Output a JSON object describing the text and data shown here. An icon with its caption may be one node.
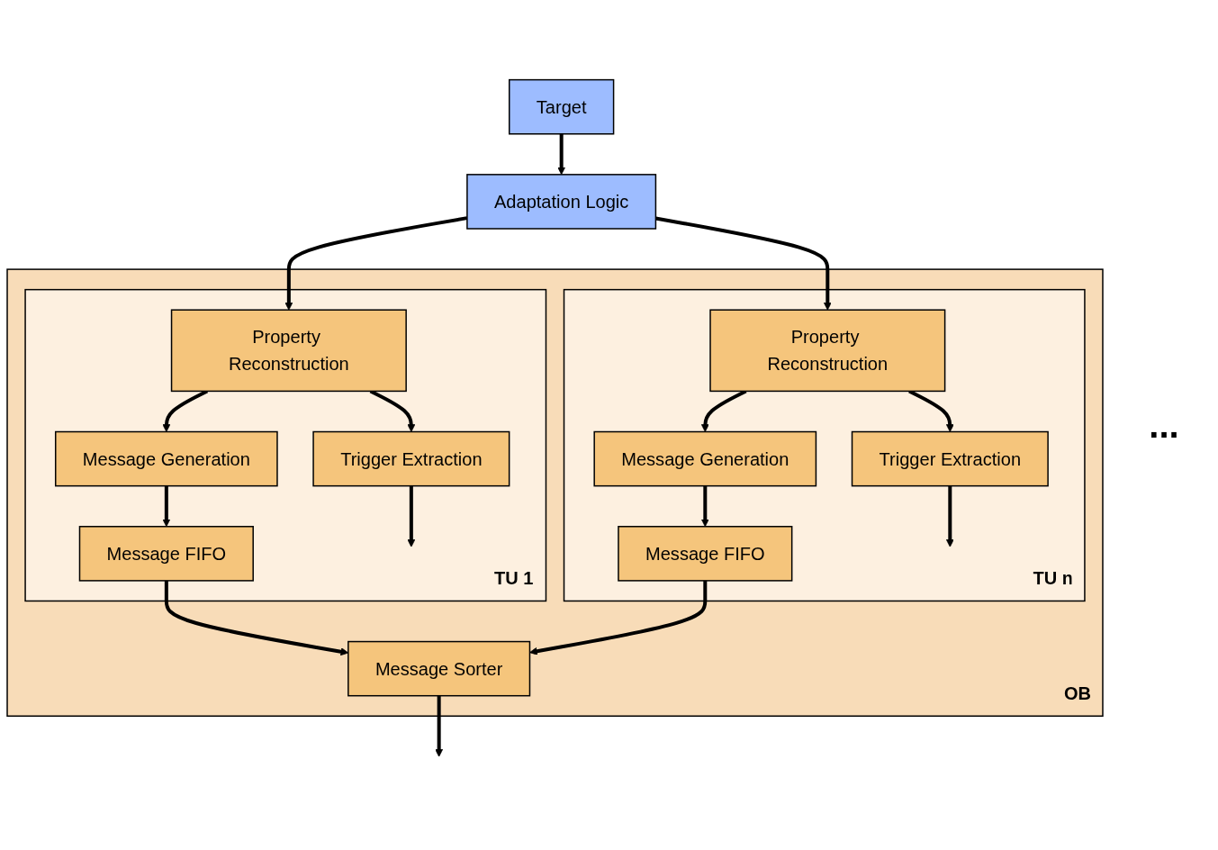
{
  "diagram": {
    "nodes": [
      {
        "text": [
          "Target"
        ]
      },
      {
        "text": [
          "Adaptation Logic"
        ]
      },
      {
        "text": [
          "OB"
        ]
      },
      {
        "text": [
          "TU 1"
        ],
        "in": 2
      },
      {
        "text": [
          "Property Reconstruction"
        ],
        "in": 3
      },
      {
        "text": [
          "Message Generation"
        ],
        "in": 3
      },
      {
        "text": [
          "Trigger Extraction"
        ],
        "in": 3
      },
      {
        "text": [
          "Message FIFO"
        ],
        "in": 3
      },
      {
        "text": [
          "TU n"
        ],
        "in": 2
      },
      {
        "text": [
          "Property Reconstruction"
        ],
        "in": 8
      },
      {
        "text": [
          "Message Generation"
        ],
        "in": 8
      },
      {
        "text": [
          "Trigger Extraction"
        ],
        "in": 8
      },
      {
        "text": [
          "Message FIFO"
        ],
        "in": 8
      },
      {
        "text": [
          "Message Sorter"
        ],
        "in": 2
      }
    ],
    "edges": [
      {
        "from": 0,
        "to": 1,
        "arrow": "to"
      },
      {
        "from": 1,
        "to": 4,
        "arrow": "to"
      },
      {
        "from": 1,
        "to": 9,
        "arrow": "to"
      },
      {
        "from": 4,
        "to": 5,
        "arrow": "to"
      },
      {
        "from": 4,
        "to": 6,
        "arrow": "to"
      },
      {
        "from": 5,
        "to": 7,
        "arrow": "to"
      },
      {
        "from": 6,
        "to": null,
        "arrow": "to"
      },
      {
        "from": 9,
        "to": 10,
        "arrow": "to"
      },
      {
        "from": 9,
        "to": 11,
        "arrow": "to"
      },
      {
        "from": 10,
        "to": 12,
        "arrow": "to"
      },
      {
        "from": 11,
        "to": null,
        "arrow": "to"
      },
      {
        "from": 7,
        "to": 13,
        "arrow": "to"
      },
      {
        "from": 12,
        "to": 13,
        "arrow": "to"
      },
      {
        "from": 13,
        "to": null,
        "arrow": "to"
      }
    ],
    "labels": [
      "..."
    ]
  }
}
